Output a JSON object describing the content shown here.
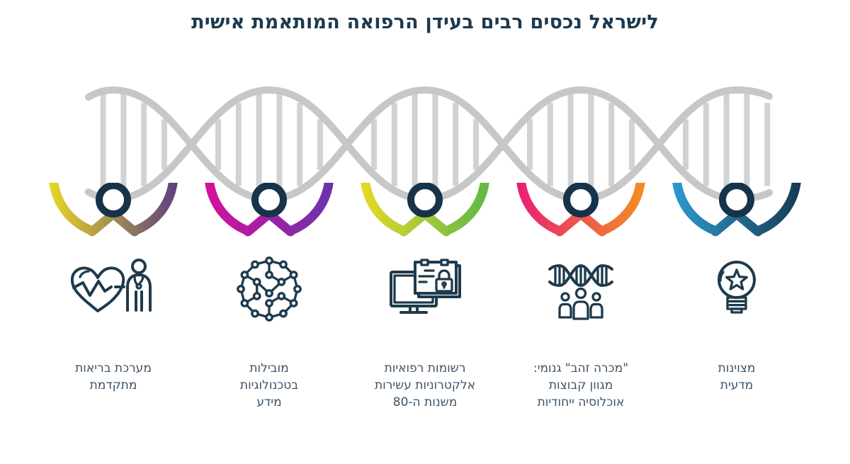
{
  "title": "לישראל נכסים רבים בעידן הרפואה המותאמת אישית",
  "decoration": {
    "name": "dna-helix",
    "strand_color": "#c5c7c9",
    "rung_color": "#d0d2d4",
    "ring_color": "#17334a"
  },
  "badges": [
    {
      "label": "מערכת בריאות\nמתקדמת",
      "icon": "heart-doctor-icon",
      "gradient_from": "#e9d824",
      "gradient_to": "#5b3f82"
    },
    {
      "label": "מובילות\nבטכנולוגיות\nמידע",
      "icon": "network-sphere-icon",
      "gradient_from": "#d6109a",
      "gradient_to": "#6734ad"
    },
    {
      "label": "רשומות רפואיות\nאלקטרוניות עשירות\nמשנות ה-80",
      "icon": "medical-records-icon",
      "gradient_from": "#e8d926",
      "gradient_to": "#5cb847"
    },
    {
      "label": "\"מכרה זהב\" גנומי:\nמגוון קבוצות\nאוכלוסיה ייחודיות",
      "icon": "dna-population-icon",
      "gradient_from": "#e91e76",
      "gradient_to": "#f29022"
    },
    {
      "label": "מצוינות\nמדעית",
      "icon": "lightbulb-star-icon",
      "gradient_from": "#2d9bd1",
      "gradient_to": "#173a50"
    }
  ],
  "colors": {
    "title": "#1c3a4e",
    "label": "#3d5366",
    "icon_stroke": "#1e3a4d",
    "background": "#ffffff"
  }
}
